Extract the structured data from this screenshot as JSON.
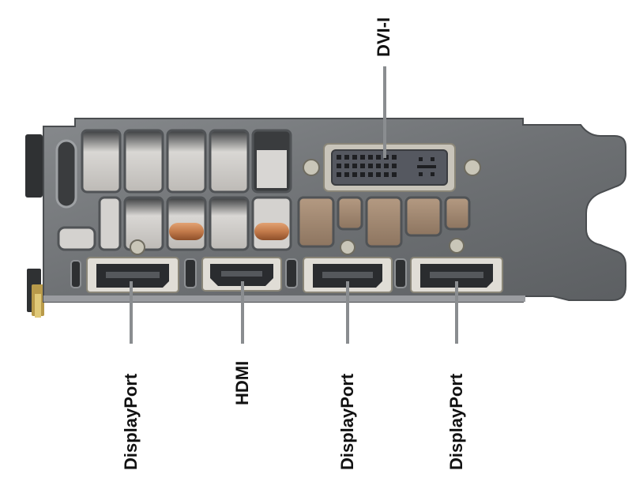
{
  "ports": {
    "dvi": "DVI-I",
    "dp1": "DisplayPort",
    "hdmi": "HDMI",
    "dp2": "DisplayPort",
    "dp3": "DisplayPort"
  },
  "colors": {
    "bracket": "#6f7275",
    "bracket_dark": "#4a4d50",
    "leader": "#8a8d90",
    "label": "#111111",
    "copper": "#c27a4a",
    "heatsink": "#d6d3cf"
  }
}
